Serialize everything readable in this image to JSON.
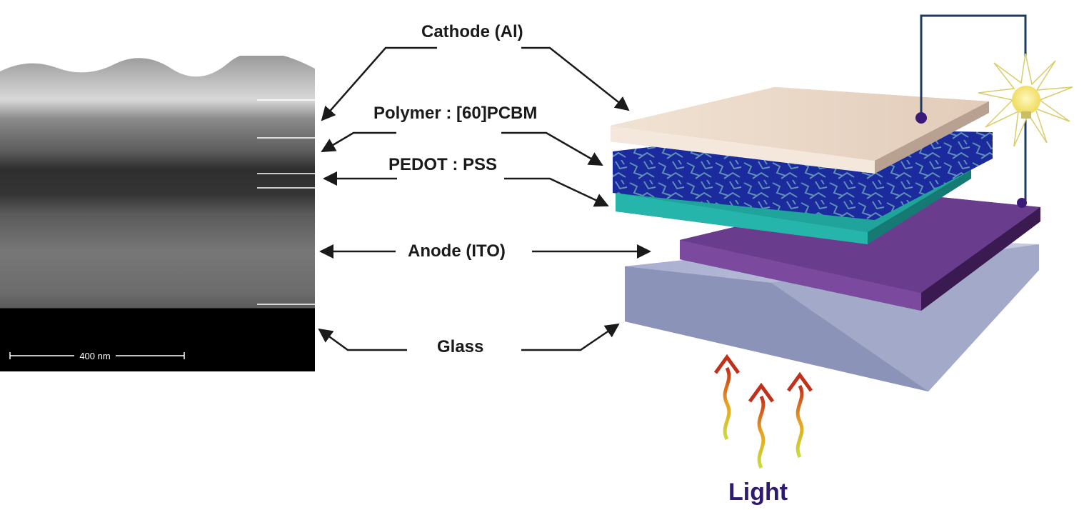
{
  "labels": {
    "cathode": "Cathode (Al)",
    "polymer": "Polymer :  [60]PCBM",
    "pedot": "PEDOT : PSS",
    "anode": "Anode (ITO)",
    "glass": "Glass",
    "light": "Light"
  },
  "sem": {
    "scale_bar": "400 nm"
  },
  "colors": {
    "cathode_layer": "#ecd9c9",
    "polymer_layer": "#1a2ea8",
    "pedot_layer": "#1fa39a",
    "anode_layer": "#6a3c8e",
    "glass_layer": "#8c93b8",
    "wire": "#1e3a5f",
    "light_label": "#2e1a6e"
  }
}
